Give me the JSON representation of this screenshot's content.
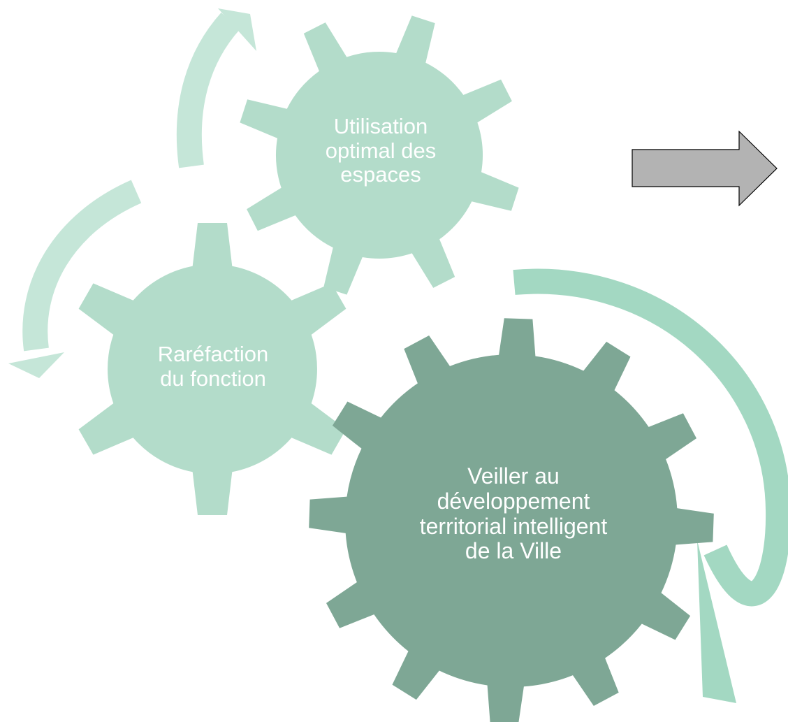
{
  "colors": {
    "gear_light": "#b3dcca",
    "gear_dark": "#7ea795",
    "arrow_faint": "#c5e6d8",
    "arrow_medium": "#a3d8c2",
    "big_arrow_fill": "#b3b3b3",
    "big_arrow_stroke": "#000000",
    "label_text": "#ffffff"
  },
  "gears": {
    "top": {
      "lines": [
        "Utilisation",
        "optimal des",
        "espaces"
      ]
    },
    "left": {
      "lines": [
        "Raréfaction",
        "du fonction"
      ]
    },
    "main": {
      "lines": [
        "Veiller au",
        "développement",
        "territorial intelligent",
        "de la Ville"
      ]
    }
  },
  "icons": {
    "process_arrow": "right-arrow-icon"
  }
}
